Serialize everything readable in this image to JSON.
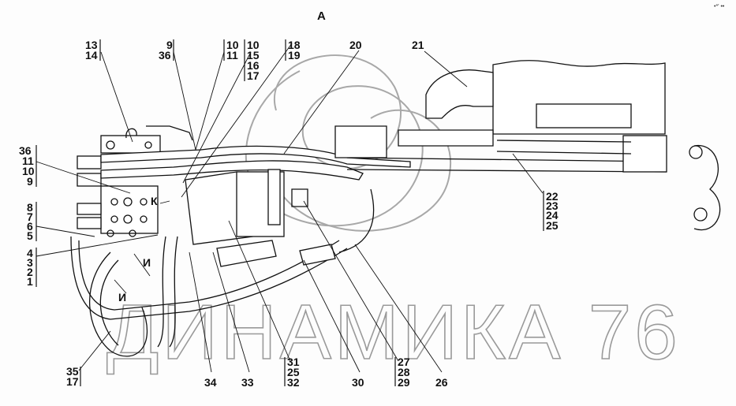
{
  "view_label": "А",
  "watermark": "ДИНАМИКА 76",
  "corner_mark": "•*' ••",
  "callouts": {
    "c13_14": [
      "13",
      "14"
    ],
    "c9_36": [
      "9",
      "36"
    ],
    "c10_11": [
      "10",
      "11"
    ],
    "c10_15_16_17": [
      "10",
      "15",
      "16",
      "17"
    ],
    "c18_19": [
      "18",
      "19"
    ],
    "c20": "20",
    "c21": "21",
    "c36_11_10_9": [
      "36",
      "11",
      "10",
      "9"
    ],
    "c8_7_6_5": [
      "8",
      "7",
      "6",
      "5"
    ],
    "c4_3_2_1": [
      "4",
      "3",
      "2",
      "1"
    ],
    "c22_23_24_25": [
      "22",
      "23",
      "24",
      "25"
    ],
    "c35_17": [
      "35",
      "17"
    ],
    "c34": "34",
    "c33": "33",
    "c31_25_32": [
      "31",
      "25",
      "32"
    ],
    "c30": "30",
    "c27_28_29": [
      "27",
      "28",
      "29"
    ],
    "c26": "26"
  },
  "section_marks": {
    "k": "К",
    "i1": "И",
    "i2": "И"
  }
}
